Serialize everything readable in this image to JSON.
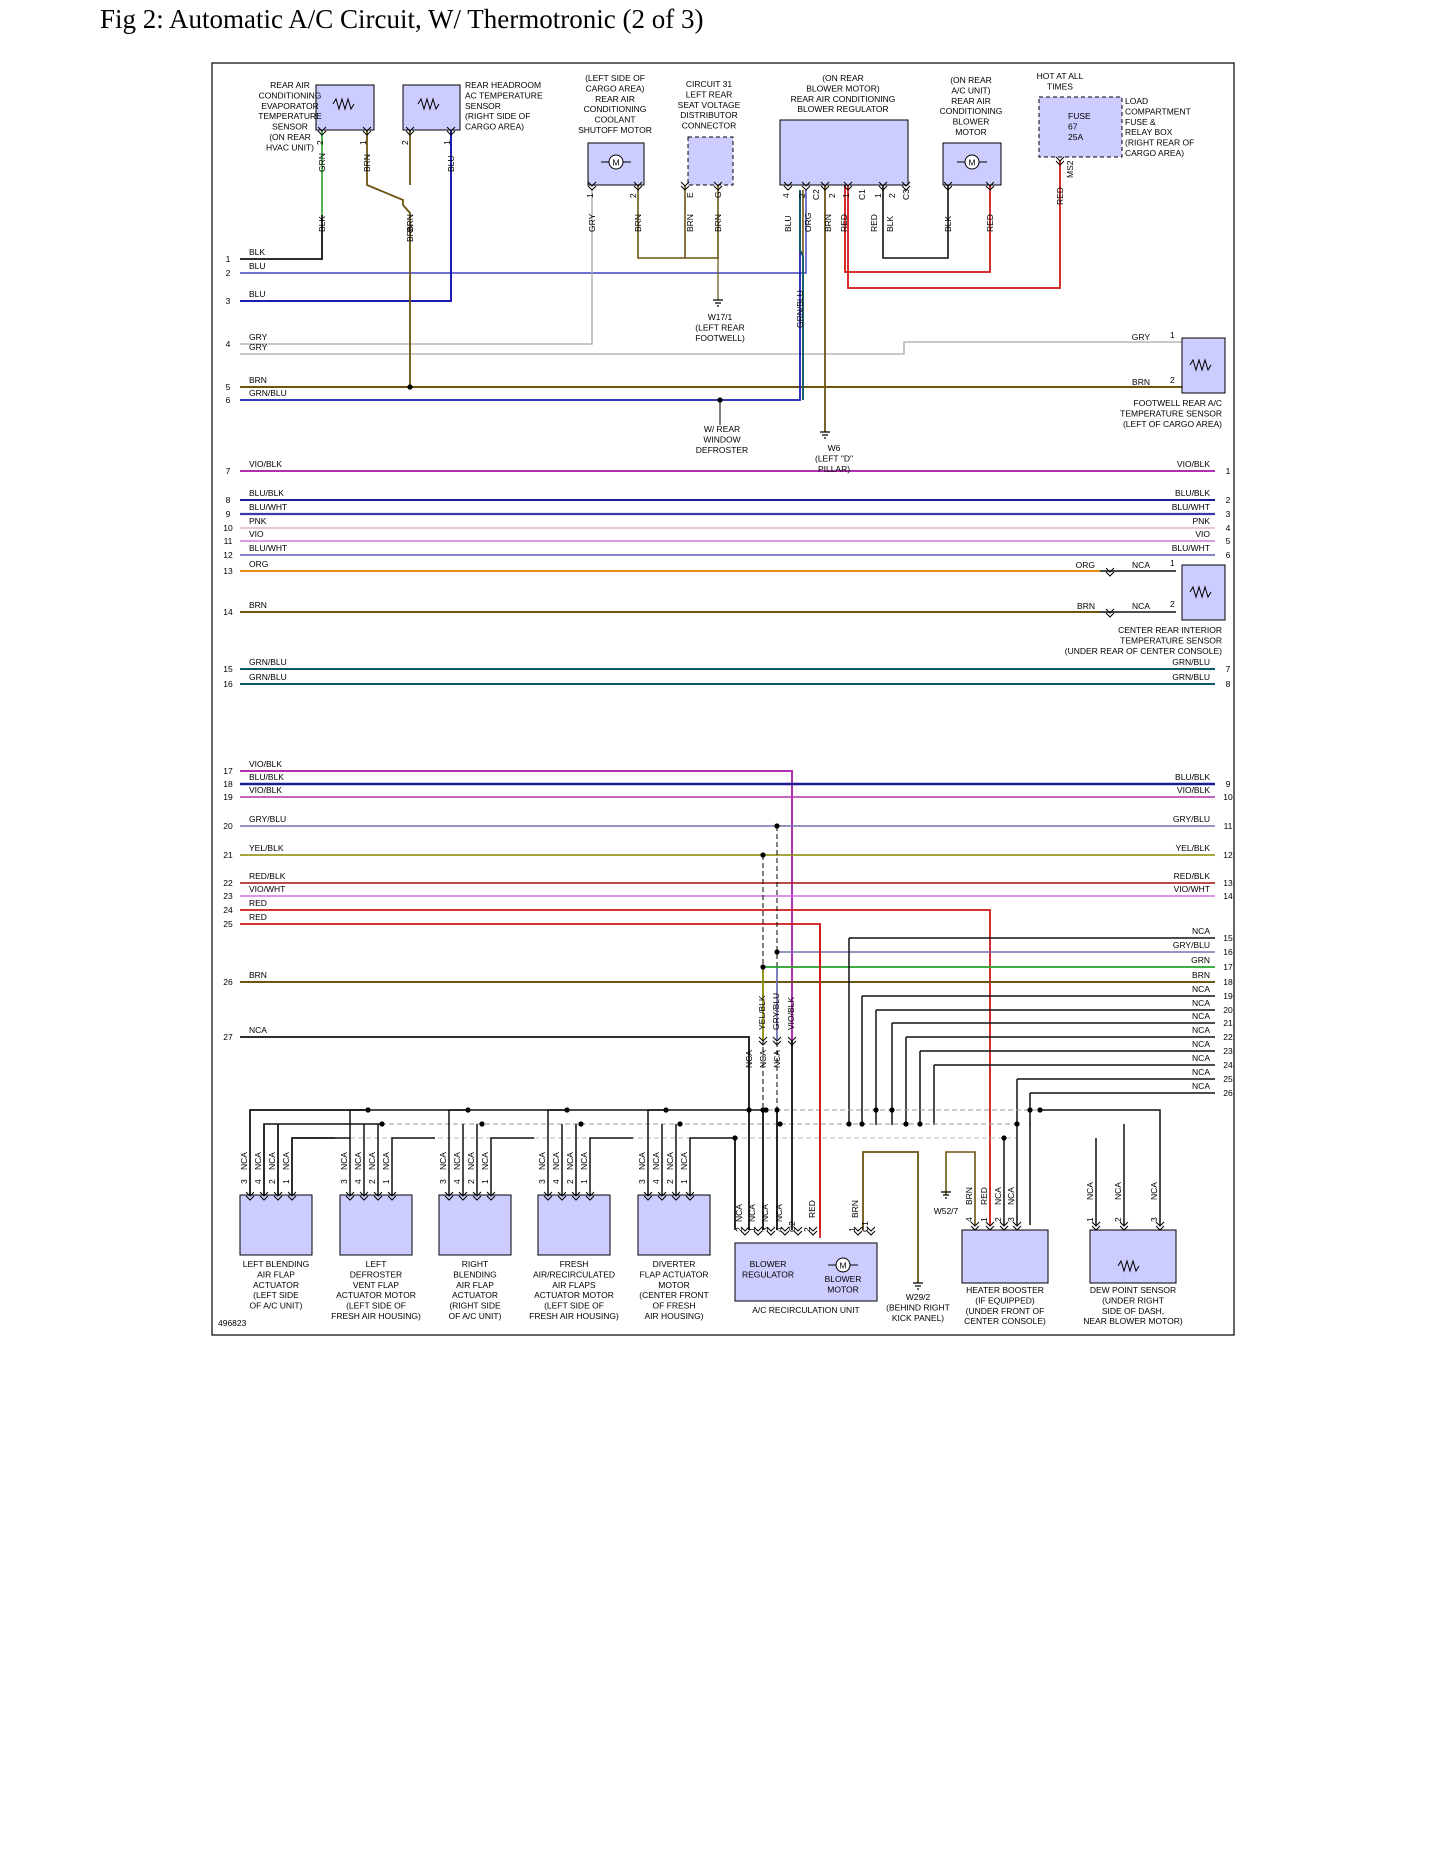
{
  "title": "Fig 2: Automatic A/C Circuit, W/ Thermotronic (2 of 3)",
  "figure_id": "496823",
  "colors": {
    "BLK": "#111111",
    "BLU": "#1b1bb5",
    "BRN": "#6b5512",
    "GRY": "#a6a6a6",
    "GRN/BLU": "#0b5a6a",
    "VIO/BLK": "#b030b0",
    "BLU/BLK": "#1b1b9a",
    "BLU/WHT": "#3a3ab0",
    "PNK": "#e8a0c8",
    "VIO": "#c060d0",
    "ORG": "#e88a18",
    "GRY/BLU": "#7070b0",
    "YEL/BLK": "#8a8a00",
    "RED/BLK": "#a01010",
    "VIO/WHT": "#d070e0",
    "RED": "#d01818",
    "NCA": "#111111",
    "GRN": "#2aa02a",
    "GRY/BLK": "#555555",
    "component_fill": "#ccccff"
  },
  "left_wires": [
    {
      "n": "1",
      "label": "BLK",
      "color": "BLK"
    },
    {
      "n": "2",
      "label": "BLU",
      "color": "BLU"
    },
    {
      "n": "3",
      "label": "BLU",
      "color": "BLU"
    },
    {
      "n": "4",
      "label": "GRY",
      "color": "GRY"
    },
    {
      "n": "",
      "label": "GRY",
      "color": "GRY"
    },
    {
      "n": "5",
      "label": "BRN",
      "color": "BRN"
    },
    {
      "n": "6",
      "label": "GRN/BLU",
      "color": "GRN/BLU"
    },
    {
      "n": "7",
      "label": "VIO/BLK",
      "color": "VIO/BLK"
    },
    {
      "n": "8",
      "label": "BLU/BLK",
      "color": "BLU/BLK"
    },
    {
      "n": "9",
      "label": "BLU/WHT",
      "color": "BLU/WHT"
    },
    {
      "n": "10",
      "label": "PNK",
      "color": "PNK"
    },
    {
      "n": "11",
      "label": "VIO",
      "color": "VIO"
    },
    {
      "n": "12",
      "label": "BLU/WHT",
      "color": "BLU/WHT"
    },
    {
      "n": "13",
      "label": "ORG",
      "color": "ORG"
    },
    {
      "n": "14",
      "label": "BRN",
      "color": "BRN"
    },
    {
      "n": "15",
      "label": "GRN/BLU",
      "color": "GRN/BLU"
    },
    {
      "n": "16",
      "label": "GRN/BLU",
      "color": "GRN/BLU"
    },
    {
      "n": "17",
      "label": "VIO/BLK",
      "color": "VIO/BLK"
    },
    {
      "n": "18",
      "label": "BLU/BLK",
      "color": "BLU/BLK"
    },
    {
      "n": "19",
      "label": "VIO/BLK",
      "color": "VIO/BLK"
    },
    {
      "n": "20",
      "label": "GRY/BLU",
      "color": "GRY/BLU"
    },
    {
      "n": "21",
      "label": "YEL/BLK",
      "color": "YEL/BLK"
    },
    {
      "n": "22",
      "label": "RED/BLK",
      "color": "RED/BLK"
    },
    {
      "n": "23",
      "label": "VIO/WHT",
      "color": "VIO/WHT"
    },
    {
      "n": "24",
      "label": "RED",
      "color": "RED"
    },
    {
      "n": "25",
      "label": "RED",
      "color": "RED"
    },
    {
      "n": "26",
      "label": "BRN",
      "color": "BRN"
    },
    {
      "n": "27",
      "label": "NCA",
      "color": "NCA"
    }
  ],
  "right_wires": [
    {
      "n": "1",
      "label": "VIO/BLK"
    },
    {
      "n": "2",
      "label": "BLU/BLK"
    },
    {
      "n": "3",
      "label": "BLU/WHT"
    },
    {
      "n": "4",
      "label": "PNK"
    },
    {
      "n": "5",
      "label": "VIO"
    },
    {
      "n": "6",
      "label": "BLU/WHT"
    },
    {
      "n": "7",
      "label": "GRN/BLU"
    },
    {
      "n": "8",
      "label": "GRN/BLU"
    },
    {
      "n": "9",
      "label": "BLU/BLK"
    },
    {
      "n": "10",
      "label": "VIO/BLK"
    },
    {
      "n": "11",
      "label": "GRY/BLU"
    },
    {
      "n": "12",
      "label": "YEL/BLK"
    },
    {
      "n": "13",
      "label": "RED/BLK"
    },
    {
      "n": "14",
      "label": "VIO/WHT"
    },
    {
      "n": "15",
      "label": "NCA"
    },
    {
      "n": "16",
      "label": "GRY/BLU"
    },
    {
      "n": "17",
      "label": "GRN"
    },
    {
      "n": "18",
      "label": "BRN"
    },
    {
      "n": "19",
      "label": "NCA"
    },
    {
      "n": "20",
      "label": "NCA"
    },
    {
      "n": "21",
      "label": "NCA"
    },
    {
      "n": "22",
      "label": "NCA"
    },
    {
      "n": "23",
      "label": "NCA"
    },
    {
      "n": "24",
      "label": "NCA"
    },
    {
      "n": "25",
      "label": "NCA"
    },
    {
      "n": "26",
      "label": "NCA"
    }
  ],
  "top_components": {
    "evap_sensor": [
      "REAR AIR",
      "CONDITIONING",
      "EVAPORATOR",
      "TEMPERATURE",
      "SENSOR",
      "(ON REAR",
      "HVAC UNIT)"
    ],
    "headroom_sensor": [
      "REAR HEADROOM",
      "AC TEMPERATURE",
      "SENSOR",
      "(RIGHT SIDE OF",
      "CARGO AREA)"
    ],
    "shutoff_motor": [
      "(LEFT SIDE OF",
      "CARGO AREA)",
      "REAR AIR",
      "CONDITIONING",
      "COOLANT",
      "SHUTOFF MOTOR"
    ],
    "circuit31": [
      "CIRCUIT 31",
      "LEFT REAR",
      "SEAT VOLTAGE",
      "DISTRIBUTOR",
      "CONNECTOR"
    ],
    "blower_regulator": [
      "(ON REAR",
      "BLOWER MOTOR)",
      "REAR AIR CONDITIONING",
      "BLOWER REGULATOR"
    ],
    "blower_motor": [
      "(ON REAR",
      "A/C UNIT)",
      "REAR AIR",
      "CONDITIONING",
      "BLOWER",
      "MOTOR"
    ],
    "hot_at_all_times": [
      "HOT AT ALL",
      "TIMES"
    ],
    "fuse": [
      "FUSE",
      "67",
      "25A"
    ],
    "load_box": [
      "LOAD",
      "COMPARTMENT",
      "FUSE &",
      "RELAY BOX",
      "(RIGHT REAR OF",
      "CARGO AREA)"
    ]
  },
  "grounds": {
    "w17": [
      "W17/1",
      "(LEFT REAR",
      "FOOTWELL)"
    ],
    "defroster": [
      "W/ REAR",
      "WINDOW",
      "DEFROSTER"
    ],
    "w6": [
      "W6",
      "(LEFT \"D\"",
      "PILLAR)"
    ],
    "w52": "W52/7",
    "w29": [
      "W29/2",
      "(BEHIND RIGHT",
      "KICK PANEL)"
    ]
  },
  "right_components": {
    "footwell_sensor": [
      "FOOTWELL REAR A/C",
      "TEMPERATURE SENSOR",
      "(LEFT OF CARGO AREA)"
    ],
    "center_sensor": [
      "CENTER REAR INTERIOR",
      "TEMPERATURE SENSOR",
      "(UNDER REAR OF CENTER CONSOLE)"
    ]
  },
  "bottom_components": {
    "left_blending": [
      "LEFT BLENDING",
      "AIR FLAP",
      "ACTUATOR",
      "(LEFT SIDE",
      "OF A/C UNIT)"
    ],
    "left_defroster": [
      "LEFT",
      "DEFROSTER",
      "VENT FLAP",
      "ACTUATOR MOTOR",
      "(LEFT SIDE OF",
      "FRESH AIR HOUSING)"
    ],
    "right_blending": [
      "RIGHT",
      "BLENDING",
      "AIR FLAP",
      "ACTUATOR",
      "(RIGHT SIDE",
      "OF A/C UNIT)"
    ],
    "fresh_air": [
      "FRESH",
      "AIR/RECIRCULATED",
      "AIR FLAPS",
      "ACTUATOR MOTOR",
      "(LEFT SIDE OF",
      "FRESH AIR HOUSING)"
    ],
    "diverter": [
      "DIVERTER",
      "FLAP ACTUATOR",
      "MOTOR",
      "(CENTER FRONT",
      "OF FRESH",
      "AIR HOUSING)"
    ],
    "recirc_unit": "A/C RECIRCULATION UNIT",
    "recirc_regulator": [
      "BLOWER",
      "REGULATOR"
    ],
    "recirc_motor": [
      "BLOWER",
      "MOTOR"
    ],
    "heater_booster": [
      "HEATER BOOSTER",
      "(IF EQUIPPED)",
      "(UNDER FRONT OF",
      "CENTER CONSOLE)"
    ],
    "dew_point": [
      "DEW POINT SENSOR",
      "(UNDER RIGHT",
      "SIDE OF DASH,",
      "NEAR BLOWER MOTOR)"
    ]
  },
  "wire_tags": {
    "top": [
      "GRN",
      "BRN",
      "BRN",
      "BLU",
      "BLK",
      "BRN",
      "GRY",
      "BRN",
      "BRN",
      "BRN",
      "BLU",
      "ORG",
      "BRN",
      "RED",
      "RED",
      "BLK",
      "BLK",
      "RED",
      "RED",
      "GRN/BLU",
      "MS2"
    ],
    "pins_top": [
      "2",
      "1",
      "2",
      "1",
      "1",
      "2",
      "E",
      "G",
      "4",
      "2",
      "C2",
      "2",
      "1",
      "C1",
      "1",
      "2",
      "C3"
    ],
    "right_side": [
      "GRY",
      "BRN",
      "ORG",
      "NCA",
      "BRN",
      "NCA"
    ],
    "right_pins": [
      "1",
      "2",
      "1",
      "2"
    ],
    "vertical_mid": [
      "YEL/BLK",
      "GRY/BLU",
      "VIO/BLK"
    ],
    "actuator_nca": "NCA",
    "actuator_pins": [
      "3",
      "4",
      "2",
      "1"
    ],
    "recirc_pins": [
      "2",
      "1",
      "3",
      "4",
      "C2",
      "2",
      "1",
      "C1"
    ],
    "recirc_wires": [
      "NCA",
      "NCA",
      "NCA",
      "NCA",
      "RED",
      "BRN"
    ],
    "heater_pins": [
      "4",
      "1",
      "2",
      "3"
    ],
    "heater_wires": [
      "BRN",
      "RED",
      "NCA",
      "NCA"
    ],
    "dew_pins": [
      "1",
      "2",
      "3"
    ],
    "dew_wires": [
      "NCA",
      "NCA",
      "NCA"
    ]
  }
}
